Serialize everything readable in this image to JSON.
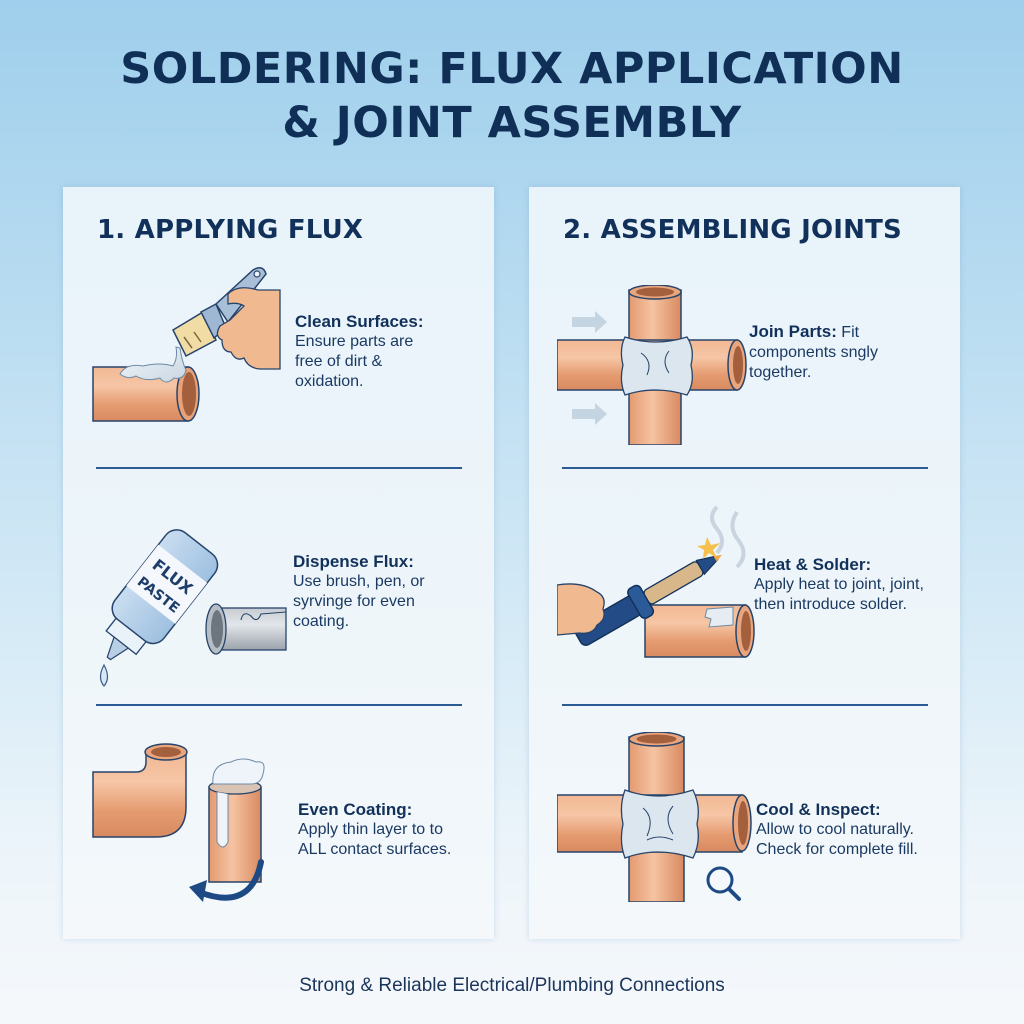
{
  "title": {
    "line1": "SOLDERING: FLUX APPLICATION",
    "line2": "& JOINT ASSEMBLY"
  },
  "panels": [
    {
      "heading": "1. APPLYING FLUX",
      "steps": [
        {
          "label": "Clean Surfaces:",
          "text": "Ensure parts are free of dirt & oxidation.",
          "illustration": "brush-applying-flux-to-pipe"
        },
        {
          "label": "Dispense Flux:",
          "text": "Use brush, pen, or syrvinge for even coating.",
          "illustration": "flux-paste-bottle-and-pipe",
          "bottle_label_line1": "FLUX",
          "bottle_label_line2": "PASTE"
        },
        {
          "label": "Even Coating:",
          "text": "Apply thin layer to to ALL contact surfaces.",
          "illustration": "elbow-fitting-and-coated-pipe-with-rotate-arrow"
        }
      ]
    },
    {
      "heading": "2. ASSEMBLING JOINTS",
      "steps": [
        {
          "label": "Join Parts:",
          "text": " Fit components sngly together.",
          "illustration": "cross-joint-with-push-arrows"
        },
        {
          "label": "Heat & Solder:",
          "text": "Apply heat to joint, joint, then introduce solder.",
          "illustration": "soldering-iron-heating-pipe"
        },
        {
          "label": "Cool & Inspect:",
          "text": "Allow to cool naturally. Check for complete fill.",
          "illustration": "cross-joint-with-magnifier"
        }
      ]
    }
  ],
  "footer": "Strong & Reliable Electrical/Plumbing Connections",
  "colors": {
    "navy": "#12315a",
    "divider": "#2b5b94",
    "copper": "#e9a57d",
    "copper_dark": "#c97a52",
    "flux": "#dfe8ef"
  }
}
